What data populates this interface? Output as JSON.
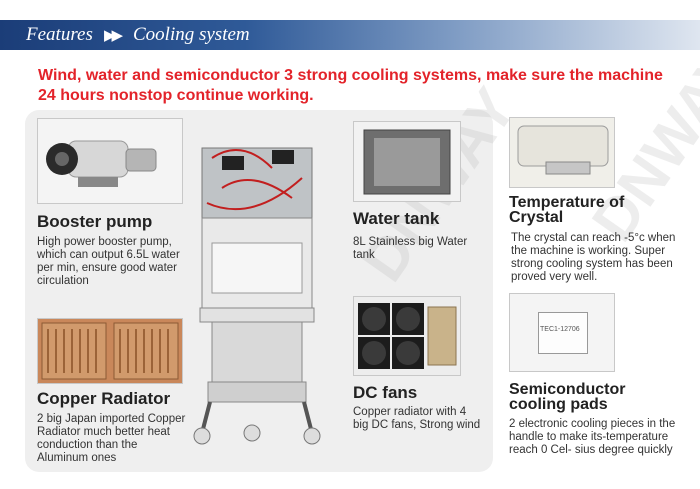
{
  "header": {
    "features": "Features",
    "arrow_icon": "double-chevron-right",
    "section": "Cooling system"
  },
  "headline": "Wind, water and semiconductor 3 strong cooling systems, make sure the machine 24 hours nonstop continue working.",
  "booster": {
    "title": "Booster pump",
    "desc": "High power booster pump, which can output 6.5L water per min, ensure good water circulation"
  },
  "copper": {
    "title": "Copper Radiator",
    "desc": "2 big Japan imported Copper Radiator much better heat conduction than the Aluminum ones"
  },
  "tank": {
    "title": "Water tank",
    "desc": "8L Stainless big Water tank"
  },
  "fans": {
    "title": "DC fans",
    "desc": "Copper radiator with 4 big DC fans, Strong wind"
  },
  "crystal": {
    "title": "Temperature of Crystal",
    "desc": "The crystal can reach -5°c when the machine is working. Super strong cooling system has been proved very well."
  },
  "semi": {
    "title": "Semiconductor cooling pads",
    "desc": "2 electronic cooling pieces in the handle to make its-temperature reach 0 Cel- sius degree quickly",
    "chip_text": "TEC1-12706"
  },
  "colors": {
    "accent_red": "#e3232a",
    "banner_blue": "#1b3d78"
  }
}
